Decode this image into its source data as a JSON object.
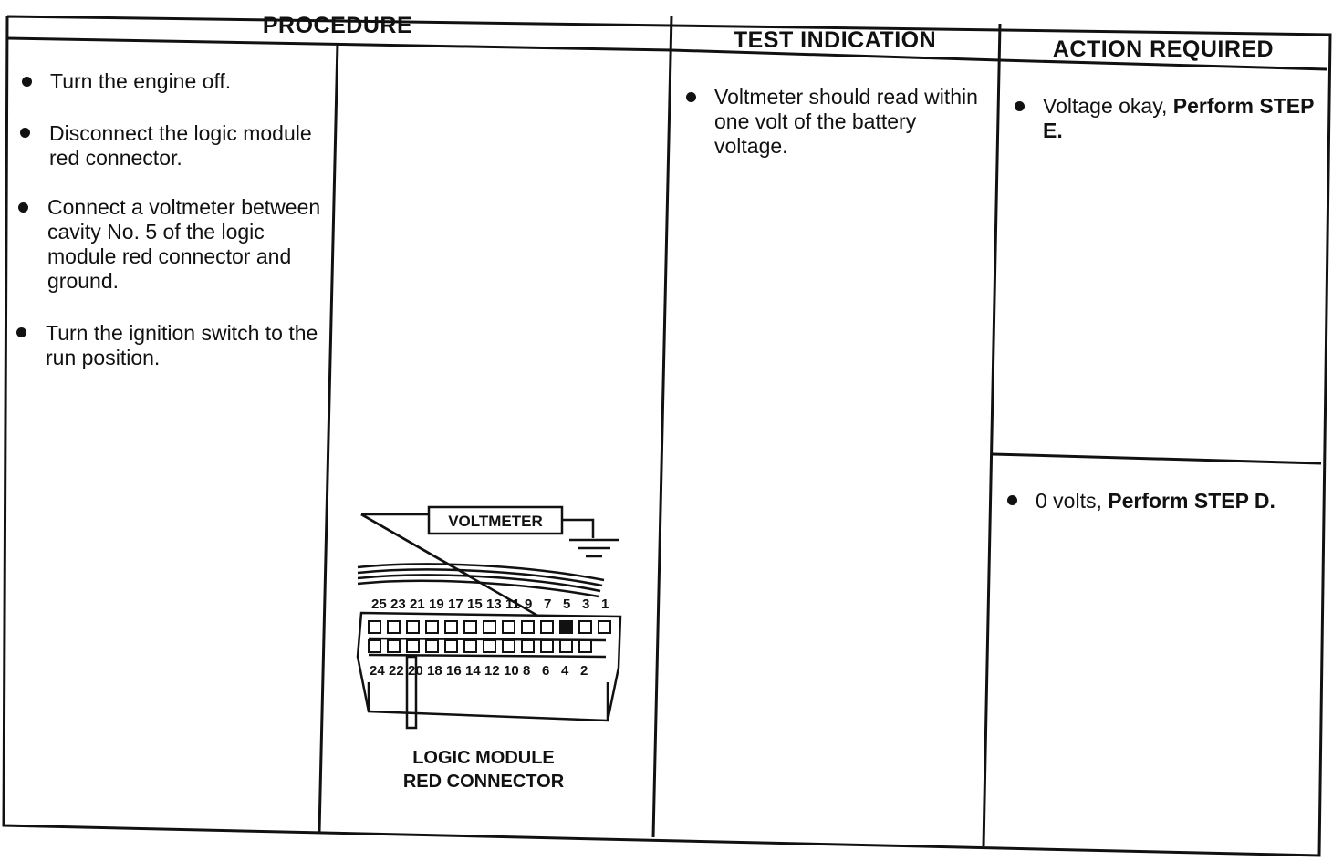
{
  "headers": {
    "procedure": "PROCEDURE",
    "test_indication": "TEST INDICATION",
    "action_required": "ACTION REQUIRED"
  },
  "procedure_steps": [
    "Turn the engine off.",
    "Disconnect the logic module red connector.",
    "Connect a voltmeter between cavity No. 5 of the logic module red connector and ground.",
    "Turn the ignition switch to the run position."
  ],
  "test_indication": "Voltmeter should read within one volt of the battery voltage.",
  "actions": [
    {
      "text": "Voltage okay,",
      "bold": "Perform STEP E."
    },
    {
      "text": "0 volts,",
      "bold": "Perform STEP D."
    }
  ],
  "diagram": {
    "meter_label": "VOLTMETER",
    "top_pins": [
      "25",
      "23",
      "21",
      "19",
      "17",
      "15",
      "13",
      "11",
      "9",
      "7",
      "5",
      "3",
      "1"
    ],
    "bottom_pins": [
      "24",
      "22",
      "20",
      "18",
      "16",
      "14",
      "12",
      "10",
      "8",
      "6",
      "4",
      "2"
    ],
    "caption_line1": "LOGIC MODULE",
    "caption_line2": "RED CONNECTOR"
  }
}
